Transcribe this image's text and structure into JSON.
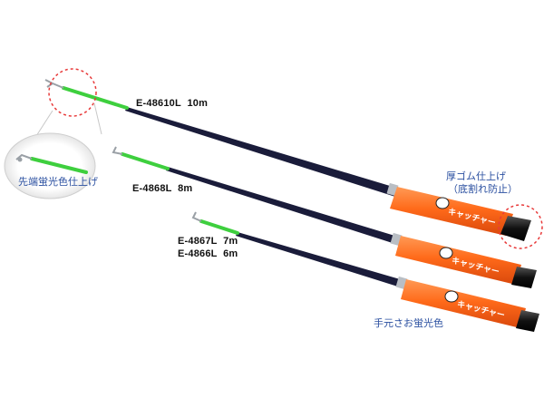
{
  "products": [
    {
      "model": "E-48610L",
      "length": "10m"
    },
    {
      "model": "E-4868L",
      "length": "8m"
    },
    {
      "model": "E-4867L",
      "length": "7m"
    },
    {
      "model": "E-4866L",
      "length": "6m"
    }
  ],
  "callouts": {
    "tip": "先端蛍光色仕上げ",
    "end_line1": "厚ゴム仕上げ",
    "end_line2": "（底割れ防止）",
    "grip": "手元さお蛍光色"
  },
  "handle_brand": "キャッチャー",
  "colors": {
    "rod": "#1a1c3a",
    "tip_green": "#3ecf3e",
    "handle_orange": "#ff6a1a",
    "callout_text": "#2a4fa0",
    "circle_red": "#e83a3a"
  }
}
